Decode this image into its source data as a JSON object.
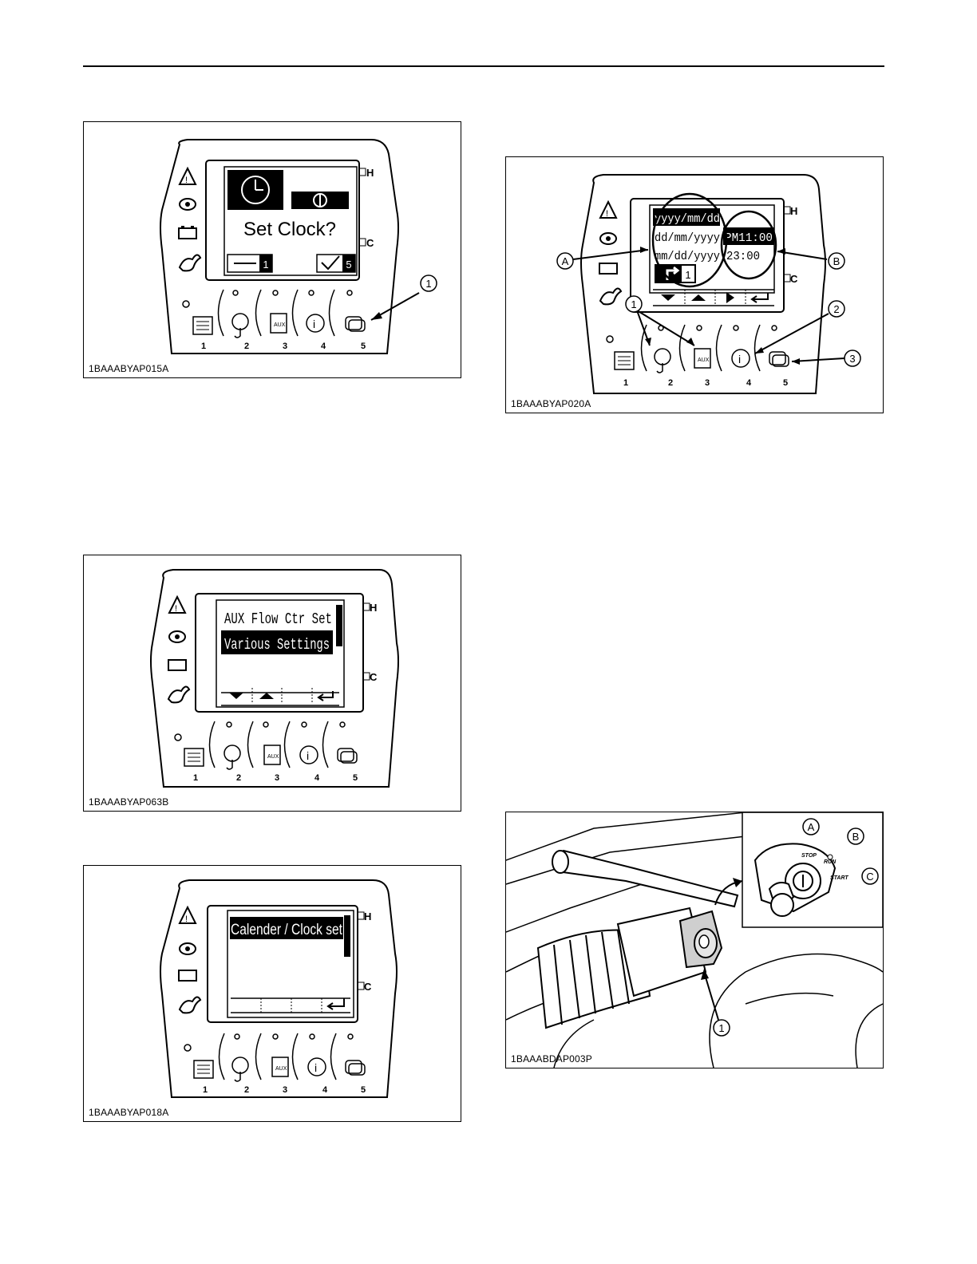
{
  "figures": {
    "fig1": {
      "caption": "1BAAABYAP015A",
      "screen_text": "Set Clock?",
      "left_key": "1",
      "right_key": "5",
      "callout": "1",
      "indicators": [
        "H",
        "C"
      ],
      "buttons": [
        "1",
        "2",
        "3",
        "4",
        "5"
      ]
    },
    "fig2": {
      "caption": "1BAAABYAP063B",
      "menu": [
        "AUX Flow Ctr Set",
        "Various Settings"
      ],
      "indicators": [
        "H",
        "C"
      ],
      "buttons": [
        "1",
        "2",
        "3",
        "4",
        "5"
      ]
    },
    "fig3": {
      "caption": "1BAAABYAP018A",
      "menu": [
        "Calender / Clock set"
      ],
      "indicators": [
        "H",
        "C"
      ],
      "buttons": [
        "1",
        "2",
        "3",
        "4",
        "5"
      ]
    },
    "fig4": {
      "caption": "1BAAABYAP020A",
      "date_formats": [
        "yyyy/mm/dd",
        "dd/mm/yyyy",
        "mm/dd/yyyy"
      ],
      "time_formats": [
        "PM11:00",
        "23:00"
      ],
      "back_key": "1",
      "callouts": [
        "A",
        "B",
        "1",
        "2",
        "3"
      ],
      "indicators": [
        "H",
        "C"
      ],
      "buttons": [
        "1",
        "2",
        "3",
        "4",
        "5"
      ]
    },
    "fig5": {
      "caption": "1BAAABDAP003P",
      "positions": [
        "STOP",
        "RUN",
        "START"
      ],
      "callouts": [
        "A",
        "B",
        "C",
        "1"
      ]
    }
  },
  "icons": [
    "warning-icon",
    "oil-pressure-icon",
    "battery-icon",
    "rabbit-icon",
    "menu-icon",
    "aux-lift-icon",
    "aux-icon",
    "info-icon",
    "display-switch-icon",
    "clock-icon",
    "down-arrow-icon",
    "up-arrow-icon",
    "right-arrow-icon",
    "enter-icon",
    "return-icon"
  ]
}
